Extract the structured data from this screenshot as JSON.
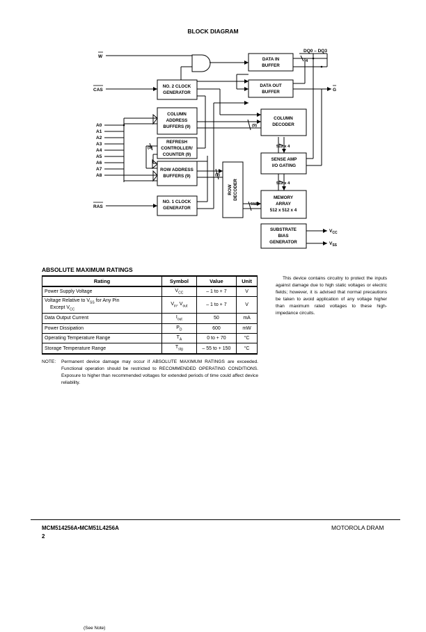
{
  "diagram": {
    "title": "BLOCK DIAGRAM",
    "signals": {
      "w": "W",
      "cas": "CAS",
      "ras": "RAS",
      "g": "G",
      "dq": "DQ0 – DQ3",
      "vcc": "V",
      "vcc_sub": "CC",
      "vss": "V",
      "vss_sub": "SS",
      "addr": [
        "A0",
        "A1",
        "A2",
        "A3",
        "A4",
        "A5",
        "A6",
        "A7",
        "A8"
      ]
    },
    "blocks": {
      "data_in": [
        "DATA IN",
        "BUFFER"
      ],
      "data_out": [
        "DATA OUT",
        "BUFFER"
      ],
      "clock2": [
        "NO. 2 CLOCK",
        "GENERATOR"
      ],
      "col_addr": [
        "COLUMN",
        "ADDRESS",
        "BUFFERS (9)"
      ],
      "col_dec": [
        "COLUMN",
        "DECODER"
      ],
      "refresh": [
        "REFRESH",
        "CONTROLLER/",
        "COUNTER (9)"
      ],
      "row_addr": [
        "ROW ADDRESS",
        "BUFFERS (9)"
      ],
      "row_dec": [
        "ROW",
        "DECODER"
      ],
      "sense": [
        "SENSE AMP",
        "I/O GATING"
      ],
      "clock1": [
        "NO. 1 CLOCK",
        "GENERATOR"
      ],
      "memory": [
        "MEMORY",
        "ARRAY",
        "512 x 512 x 4"
      ],
      "substrate": [
        "SUBSTRATE",
        "BIAS",
        "GENERATOR"
      ]
    },
    "bus_labels": {
      "four": "4",
      "nine_a": "(9)",
      "nine_b": "(9)",
      "nine_c": "(9)",
      "b512x4_a": "512 x 4",
      "b512x4_b": "512 x 4",
      "b512": "512"
    }
  },
  "ratings": {
    "title": "ABSOLUTE MAXIMUM RATINGS",
    "see_note": "(See Note)",
    "headers": [
      "Rating",
      "Symbol",
      "Value",
      "Unit"
    ],
    "rows": [
      {
        "rating": "Power Supply Voltage",
        "rating2": "",
        "sym": "V",
        "sub": "CC",
        "sym2": "",
        "sub2": "",
        "value": "– 1 to + 7",
        "unit": "V"
      },
      {
        "rating": "Voltage Relative to V",
        "rating_sub": "SS",
        "rating_tail": " for Any Pin",
        "rating2": "Except V",
        "rating2_sub": "CC",
        "sym": "V",
        "sub": "in",
        "sym2": ", V",
        "sub2": "out",
        "value": "– 1 to + 7",
        "unit": "V"
      },
      {
        "rating": "Data Output Current",
        "rating2": "",
        "sym": "I",
        "sub": "out",
        "sym2": "",
        "sub2": "",
        "value": "50",
        "unit": "mA"
      },
      {
        "rating": "Power Dissipation",
        "rating2": "",
        "sym": "P",
        "sub": "D",
        "sym2": "",
        "sub2": "",
        "value": "600",
        "unit": "mW"
      },
      {
        "rating": "Operating Temperature Range",
        "rating2": "",
        "sym": "T",
        "sub": "A",
        "sym2": "",
        "sub2": "",
        "value": "0 to + 70",
        "unit": "°C"
      },
      {
        "rating": "Storage Temperature Range",
        "rating2": "",
        "sym": "T",
        "sub": "stg",
        "sym2": "",
        "sub2": "",
        "value": "– 55 to + 150",
        "unit": "°C"
      }
    ]
  },
  "note": {
    "label": "NOTE:",
    "text": "Permanent device damage may occur if ABSOLUTE MAXIMUM RATINGS are exceeded. Functional operation should be restricted to RECOMMENDED OPERATING CONDITIONS. Exposure to higher than recommended voltages for extended periods of time could affect device reliability."
  },
  "side_text": "This device contains circuitry to protect the inputs against damage due to high static voltages or electric fields; however, it is advised that normal precautions be taken to avoid application of any voltage higher than maximum rated voltages to these high-impedance circuits.",
  "footer": {
    "part": "MCM514256A•MCM51L4256A",
    "page": "2",
    "brand": "MOTOROLA DRAM"
  }
}
